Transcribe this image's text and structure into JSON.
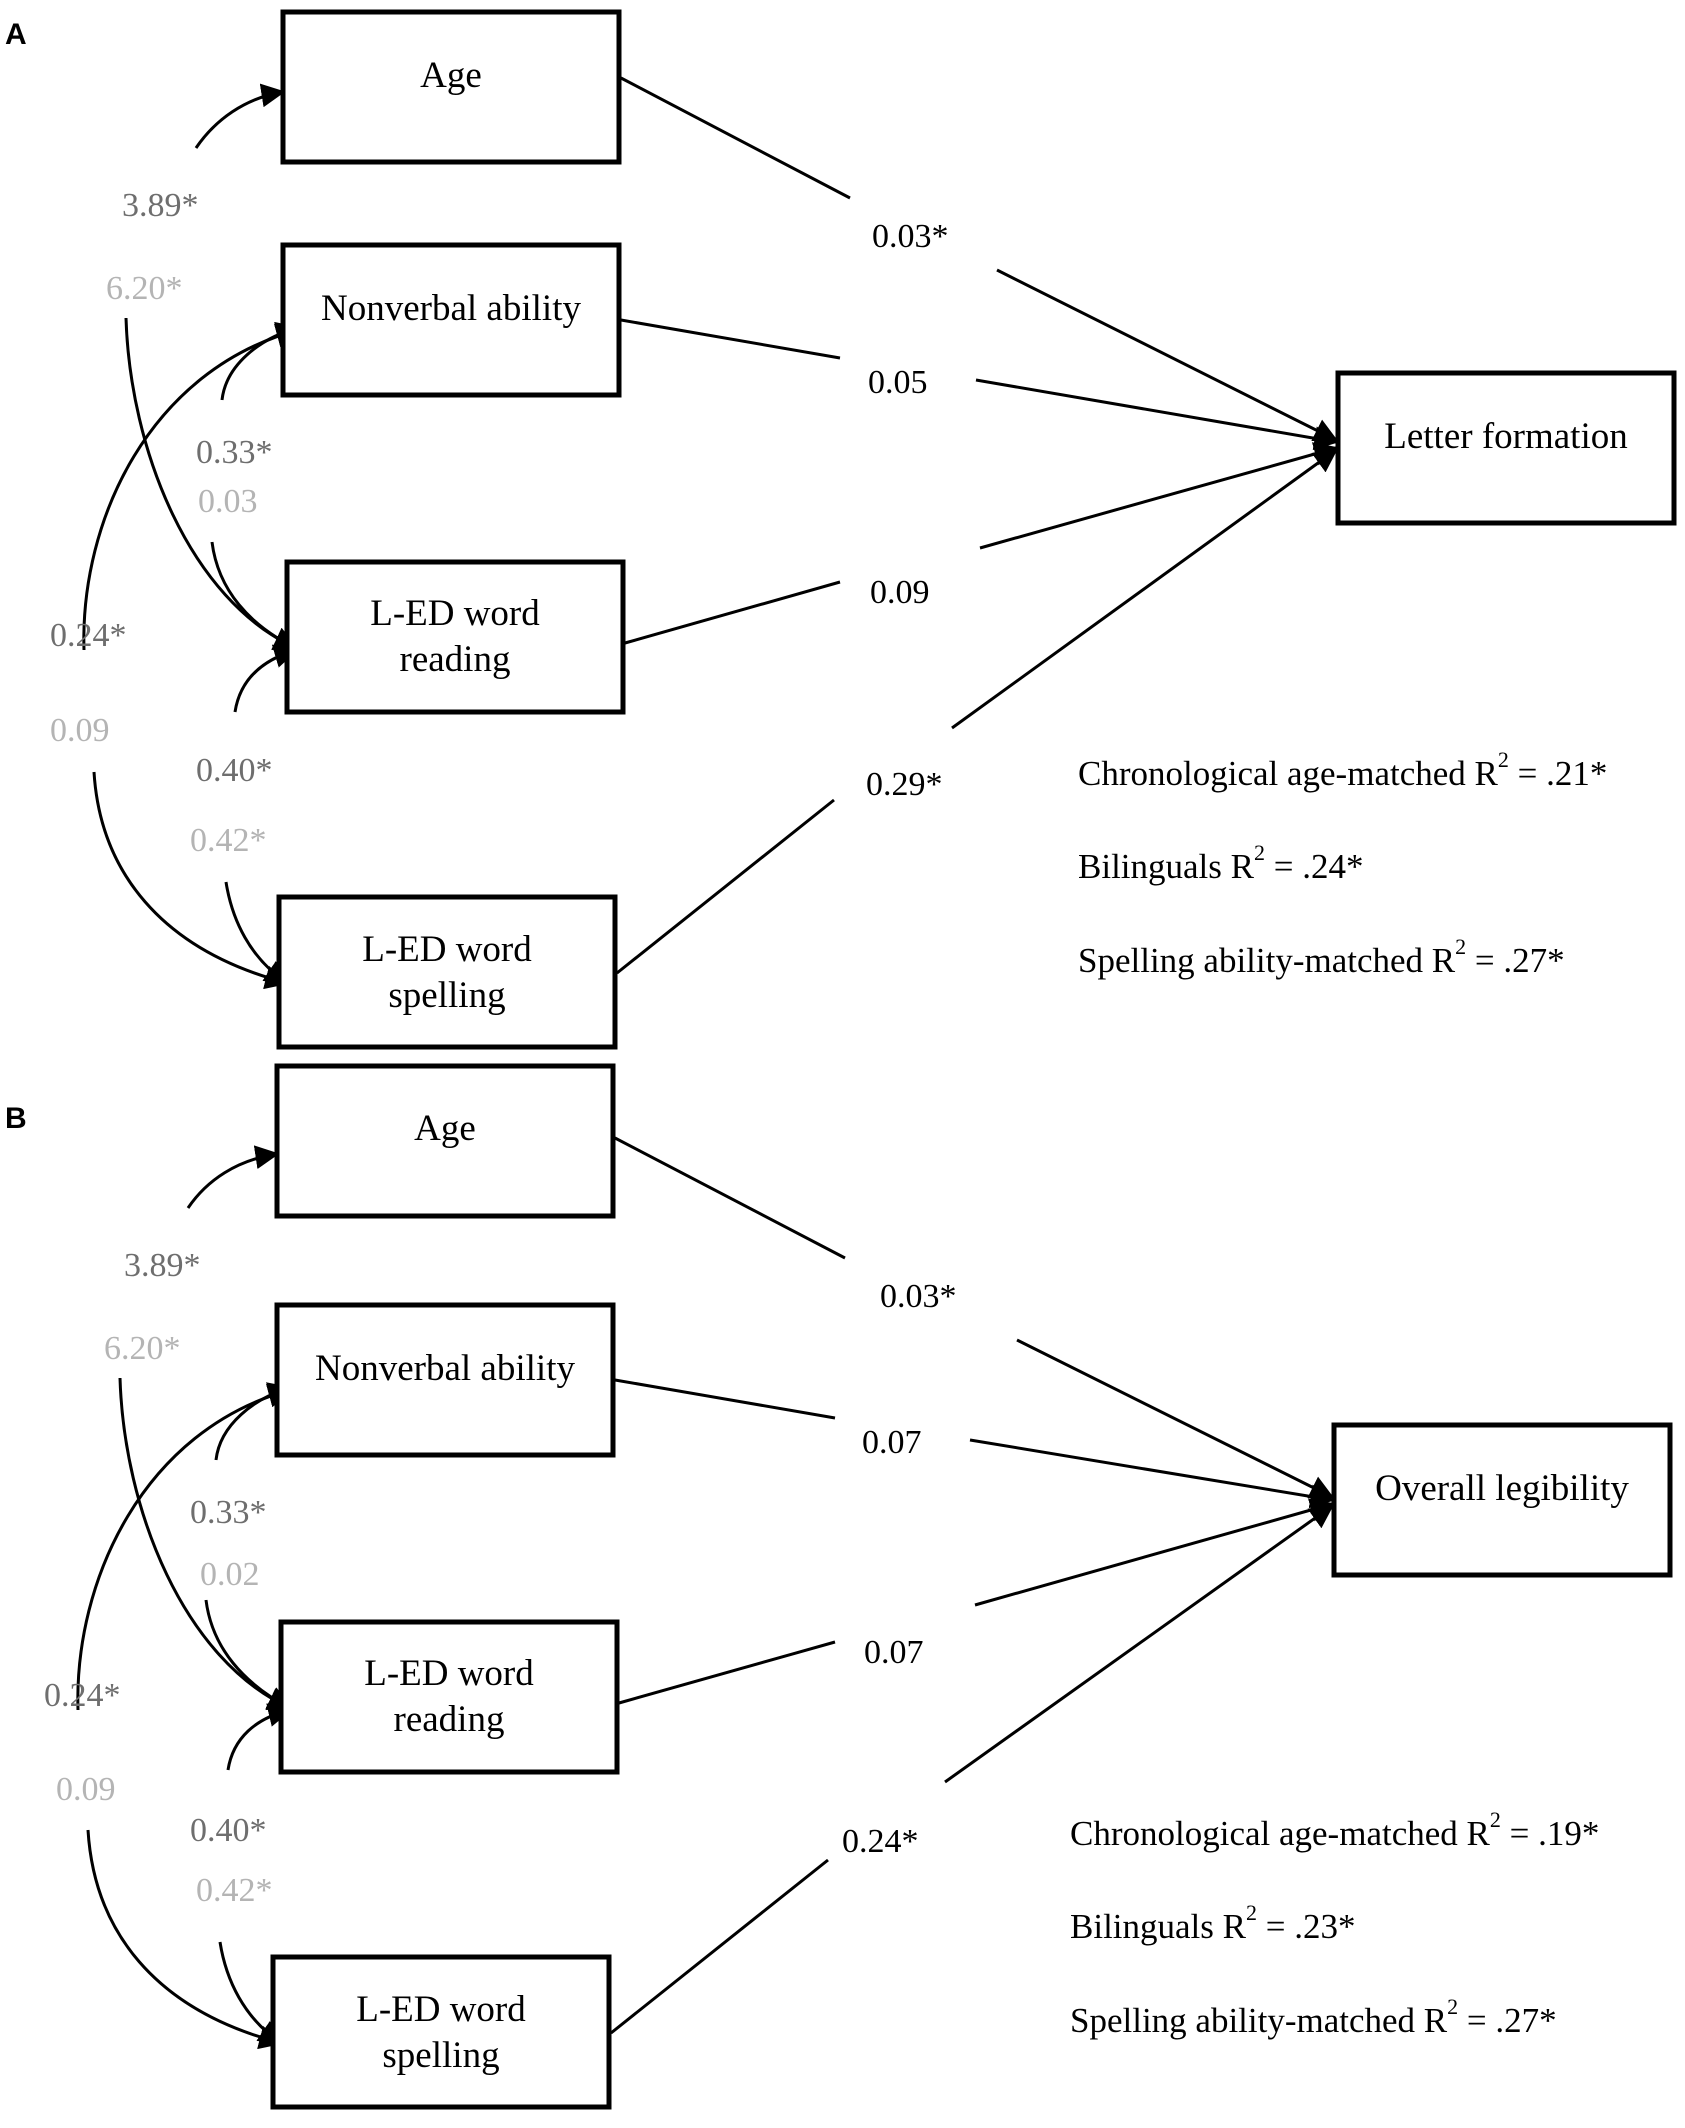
{
  "panels": [
    {
      "letter": "A",
      "predictors": [
        {
          "label": "Age"
        },
        {
          "label": "Nonverbal ability"
        },
        {
          "label_line1": "L-ED word",
          "label_line2": "reading"
        },
        {
          "label_line1": "L-ED word",
          "label_line2": "spelling"
        }
      ],
      "outcome": "Letter formation",
      "path_coefficients": [
        "0.03*",
        "0.05",
        "0.09",
        "0.29*"
      ],
      "covariances": {
        "age_nonverbal": "3.89*",
        "age_reading": "6.20*",
        "nonverbal_reading_dark": "0.33*",
        "nonverbal_reading_light": "0.03",
        "nonverbal_spelling_dark": "0.24*",
        "nonverbal_spelling_light": "0.09",
        "reading_spelling_dark": "0.40*",
        "reading_spelling_light": "0.42*"
      },
      "r_squared": [
        {
          "prefix": "Chronological age-matched R",
          "sup": "2",
          "suffix": " = .21*"
        },
        {
          "prefix": "Bilinguals R",
          "sup": "2",
          "suffix": " = .24*"
        },
        {
          "prefix": "Spelling ability-matched R",
          "sup": "2",
          "suffix": " = .27*"
        }
      ]
    },
    {
      "letter": "B",
      "predictors": [
        {
          "label": "Age"
        },
        {
          "label": "Nonverbal ability"
        },
        {
          "label_line1": "L-ED word",
          "label_line2": "reading"
        },
        {
          "label_line1": "L-ED word",
          "label_line2": "spelling"
        }
      ],
      "outcome": "Overall legibility",
      "path_coefficients": [
        "0.03*",
        "0.07",
        "0.07",
        "0.24*"
      ],
      "covariances": {
        "age_nonverbal": "3.89*",
        "age_reading": "6.20*",
        "nonverbal_reading_dark": "0.33*",
        "nonverbal_reading_light": "0.02",
        "nonverbal_spelling_dark": "0.24*",
        "nonverbal_spelling_light": "0.09",
        "reading_spelling_dark": "0.40*",
        "reading_spelling_light": "0.42*"
      },
      "r_squared": [
        {
          "prefix": "Chronological age-matched R",
          "sup": "2",
          "suffix": " = .19*"
        },
        {
          "prefix": "Bilinguals R",
          "sup": "2",
          "suffix": " = .23*"
        },
        {
          "prefix": "Spelling ability-matched R",
          "sup": "2",
          "suffix": " = .27*"
        }
      ]
    }
  ]
}
